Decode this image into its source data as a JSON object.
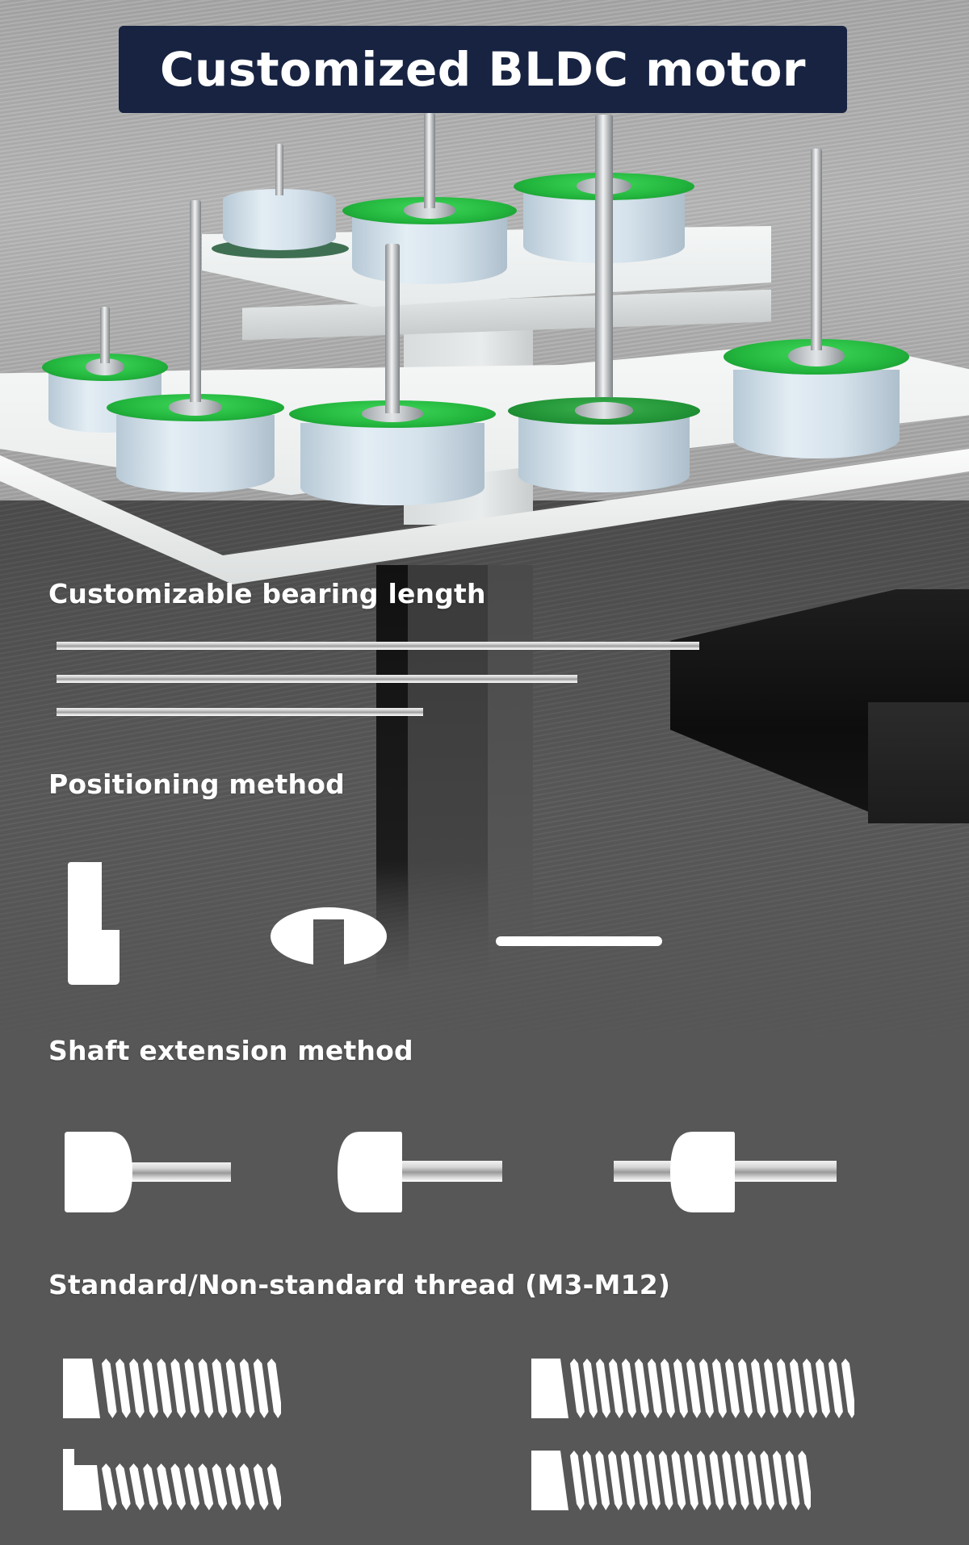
{
  "banner": {
    "title": "Customized BLDC motor",
    "background_color": "#172341",
    "text_color": "#ffffff"
  },
  "hero_image": {
    "description": "Rendered BLDC motors with green PCBs and steel shafts on a white two-tier table",
    "motor_count": 8
  },
  "sections": [
    {
      "id": "bearing-length",
      "title": "Customizable bearing length",
      "items": [
        {
          "name": "long-rod",
          "relative_length": 1.0
        },
        {
          "name": "medium-rod",
          "relative_length": 0.81
        },
        {
          "name": "short-rod",
          "relative_length": 0.57
        }
      ]
    },
    {
      "id": "positioning-method",
      "title": "Positioning method",
      "items": [
        {
          "name": "flat-cut-shaft-profile"
        },
        {
          "name": "d-slot-round-profile"
        },
        {
          "name": "pin-profile"
        }
      ]
    },
    {
      "id": "shaft-extension",
      "title": "Shaft extension method",
      "items": [
        {
          "name": "rear-rounded-front-shaft"
        },
        {
          "name": "front-rounded-front-shaft"
        },
        {
          "name": "double-shaft-extension"
        }
      ]
    },
    {
      "id": "thread",
      "title": "Standard/Non-standard thread (M3-M12)",
      "items": [
        {
          "name": "short-thread",
          "turns": 13
        },
        {
          "name": "long-thread",
          "turns": 22
        },
        {
          "name": "stepped-short-thread",
          "turns": 13
        },
        {
          "name": "medium-thread",
          "turns": 19
        }
      ]
    }
  ],
  "colors": {
    "page_background": "#575757",
    "icon_fill": "#ffffff",
    "pcb_green": "#22b53d",
    "motor_can": "#d5e2ec"
  }
}
